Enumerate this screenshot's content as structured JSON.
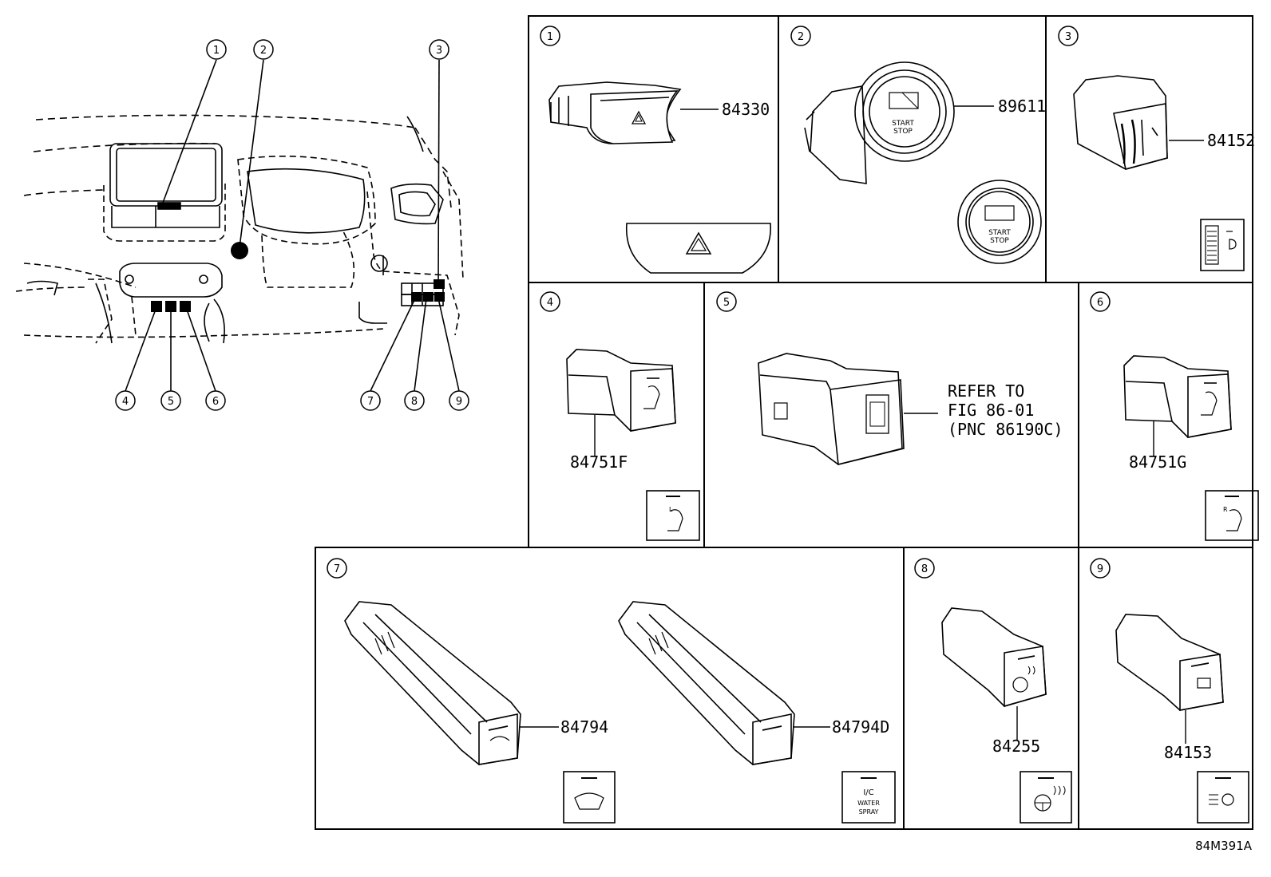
{
  "callouts": [
    "1",
    "2",
    "3",
    "4",
    "5",
    "6",
    "7",
    "8",
    "9"
  ],
  "parts": {
    "p1": "84330",
    "p2": "89611",
    "p3": "84152",
    "p4": "84751F",
    "p5_line1": "REFER TO",
    "p5_line2": "FIG 86-01",
    "p5_line3": "(PNC 86190C)",
    "p6": "84751G",
    "p7a": "84794",
    "p7b": "84794D",
    "p8": "84255",
    "p9": "84153"
  },
  "icon_text": {
    "start_line1": "START",
    "start_line2": "STOP",
    "ic_line1": "I/C",
    "ic_line2": "WATER",
    "ic_line3": "SPRAY",
    "seat_left": "L",
    "seat_right": "R"
  },
  "figure_code": "84M391A"
}
